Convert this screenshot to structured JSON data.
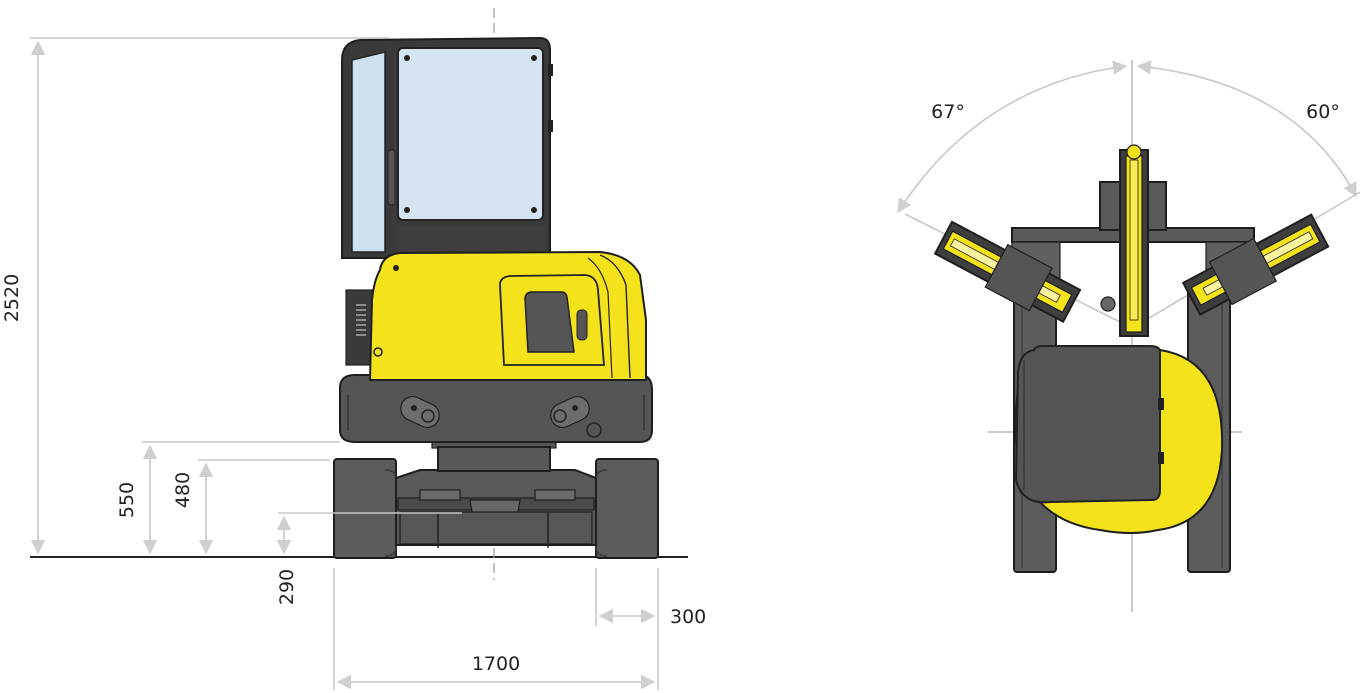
{
  "colors": {
    "machine_yellow": "#f4e21a",
    "machine_dark": "#505050",
    "track_gray": "#5c5c5c",
    "glass": "#d6e4f1",
    "dimension_line": "#c7c7c7",
    "text": "#222222"
  },
  "front_view": {
    "dimensions": {
      "overall_height": "2520",
      "ground_clearance_top": "550",
      "ground_clearance_mid": "480",
      "blade_height": "290",
      "track_width": "300",
      "overall_width": "1700"
    }
  },
  "top_view": {
    "angles": {
      "left_swing": "67°",
      "right_swing": "60°"
    }
  }
}
